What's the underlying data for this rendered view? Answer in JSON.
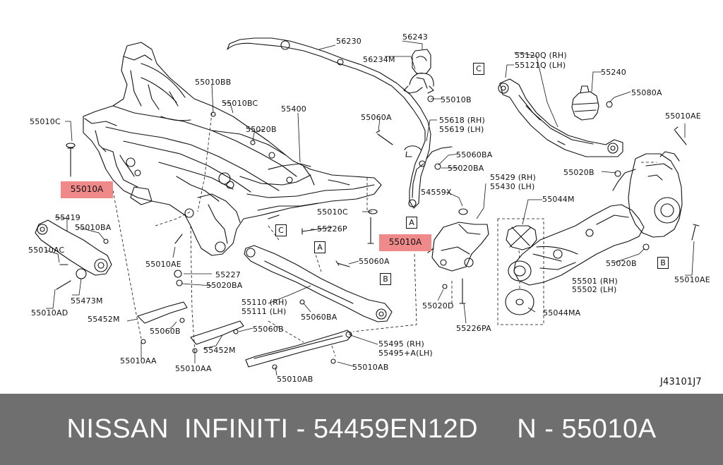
{
  "diagram": {
    "code": "J43101J7",
    "highlighted_part": "55010A",
    "ref_boxes": [
      "A",
      "B",
      "C"
    ],
    "labels": {
      "p56230": "56230",
      "p56243": "56243",
      "p56234M": "56234M",
      "p55010B": "55010B",
      "p55120Q": "55120Q (RH)",
      "p55121Q": "55121Q (LH)",
      "p55240": "55240",
      "p55080A": "55080A",
      "p55010AE_top": "55010AE",
      "p55010BB": "55010BB",
      "p55010BC": "55010BC",
      "p55400": "55400",
      "p55010C_left": "55010C",
      "p55020B_top": "55020B",
      "p55060A_top": "55060A",
      "p55618": "55618 (RH)",
      "p55619": "55619 (LH)",
      "p55060BA": "55060BA",
      "p55020BA_mid": "55020BA",
      "p55020B_right": "55020B",
      "p55429": "55429 (RH)",
      "p55430": "55430 (LH)",
      "p54559X": "54559X",
      "p55044M": "55044M",
      "p55419": "55419",
      "p55010BA": "55010BA",
      "p55010AC": "55010AC",
      "p55010C_mid": "55010C",
      "p55226P": "55226P",
      "p55010AE_left": "55010AE",
      "p55227": "55227",
      "p55020BA_left": "55020BA",
      "p55060A_mid": "55060A",
      "p55501": "55501 (RH)",
      "p55502": "55502 (LH)",
      "p55020B_lower": "55020B",
      "p55010AE_right": "55010AE",
      "p55473M": "55473M",
      "p55010AD": "55010AD",
      "p55110": "55110 (RH)",
      "p55111": "55111 (LH)",
      "p55020D": "55020D",
      "p55044MA": "55044MA",
      "p55060BA_low": "55060BA",
      "p55452M_left": "55452M",
      "p55060B_left": "55060B",
      "p55226PA": "55226PA",
      "p55060B_mid": "55060B",
      "p55495": "55495 (RH)",
      "p55495A": "55495+A(LH)",
      "p55452M_mid": "55452M",
      "p55010AB_right": "55010AB",
      "p55010AA_left": "55010AA",
      "p55010AA_mid": "55010AA",
      "p55010AB_bottom": "55010AB"
    }
  },
  "footer": {
    "text": "NISSAN  INFINITI - 54459EN12D     N - 55010A"
  },
  "colors": {
    "highlight": "#f08a8a",
    "footer_bg": "#6f6f6f",
    "footer_text": "#ffffff",
    "line": "#111111"
  }
}
